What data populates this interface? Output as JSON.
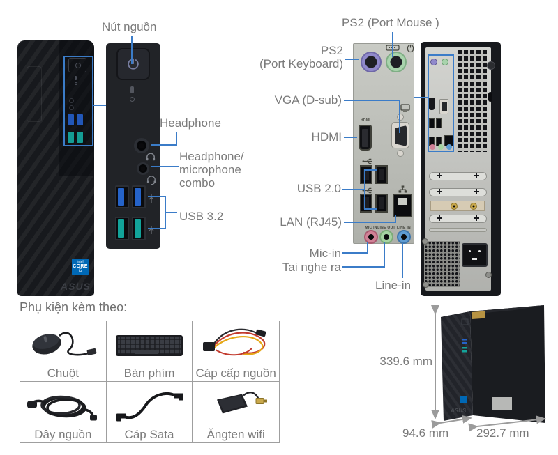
{
  "front": {
    "labels": {
      "power": "Nút nguồn",
      "headphone": "Headphone",
      "combo": [
        "Headphone/",
        "microphone",
        "combo"
      ],
      "usb32": "USB 3.2"
    },
    "tower": {
      "intel_badge": [
        "intel",
        "CORE",
        "i5"
      ],
      "asus_logo": "ASUS"
    }
  },
  "rear": {
    "labels": {
      "ps2_mouse": "PS2 (Port Mouse )",
      "ps2_keyboard": [
        "PS2",
        "(Port Keyboard)"
      ],
      "vga": "VGA (D-sub)",
      "hdmi": "HDMI",
      "usb20": "USB 2.0",
      "lan": "LAN (RJ45)",
      "mic_in": "Mic-in",
      "line_out": "Tai nghe ra",
      "line_in": "Line-in"
    },
    "panel_text": {
      "hdmi": "HDMI",
      "mic": "MIC IN",
      "line_out": "LINE OUT",
      "line_in": "LINE IN"
    }
  },
  "accessories": {
    "title": "Phụ kiện kèm theo:",
    "items": [
      {
        "label": "Chuột"
      },
      {
        "label": "Bàn phím"
      },
      {
        "label": "Cáp cấp nguồn"
      },
      {
        "label": "Dây nguồn"
      },
      {
        "label": "Cáp Sata"
      },
      {
        "label": "Ăngten wifi"
      }
    ]
  },
  "dimensions": {
    "height": "339.6 mm",
    "width": "94.6 mm",
    "depth": "292.7 mm"
  },
  "colors": {
    "label_text": "#7a7a7a",
    "leader_line": "#3b7cc8",
    "usb_blue": "#2563c9",
    "usb_teal": "#14a39a",
    "ps2_purple": "#9089cb",
    "ps2_green": "#a8d3ac",
    "jack_pink": "#d08196",
    "jack_green": "#a6d3a2",
    "jack_blue": "#5e9bd2",
    "intel_blue": "#0068b5"
  }
}
